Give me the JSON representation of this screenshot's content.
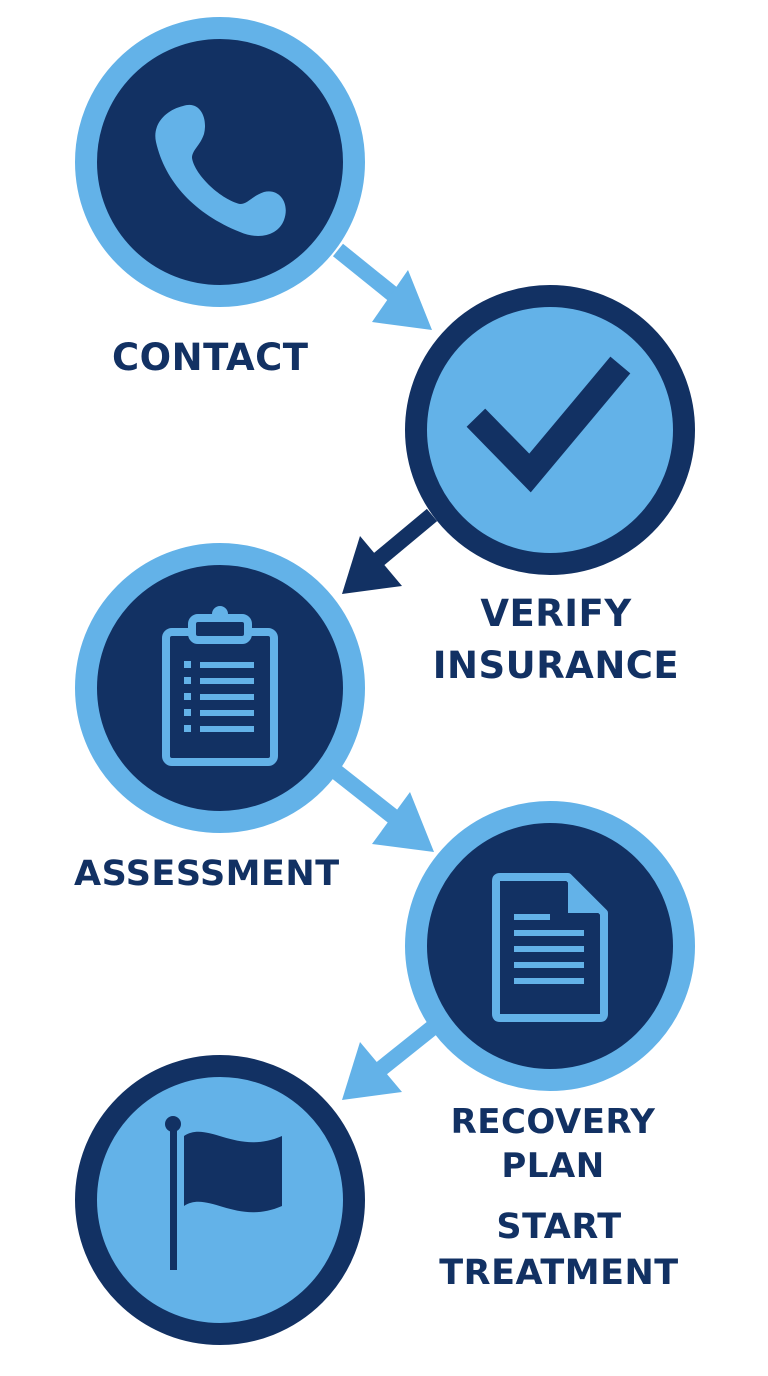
{
  "colors": {
    "navy": "#123163",
    "light_blue": "#63b2e8",
    "background": "#ffffff"
  },
  "steps": [
    {
      "label_lines": [
        "CONTACT"
      ],
      "icon": "phone-icon"
    },
    {
      "label_lines": [
        "VERIFY",
        "INSURANCE"
      ],
      "icon": "checkmark-icon"
    },
    {
      "label_lines": [
        "ASSESSMENT"
      ],
      "icon": "clipboard-icon"
    },
    {
      "label_lines": [
        "RECOVERY",
        "PLAN"
      ],
      "icon": "document-icon"
    },
    {
      "label_lines": [
        "START",
        "TREATMENT"
      ],
      "icon": "flag-icon"
    }
  ]
}
